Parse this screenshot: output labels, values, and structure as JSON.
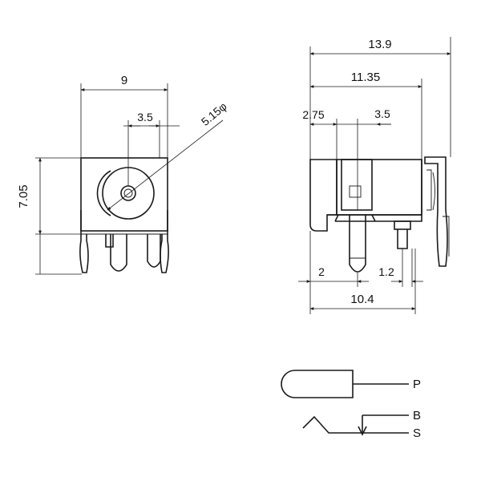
{
  "dimensions": {
    "front_width": "9",
    "front_pin_pitch": "3.5",
    "front_hole_dia": "5.15φ",
    "front_height": "7.05",
    "side_total": "13.9",
    "side_11_35": "11.35",
    "side_2_75": "2.75",
    "side_3_5": "3.5",
    "side_2": "2",
    "side_1_2": "1.2",
    "side_10_4": "10.4"
  },
  "schematic": {
    "label_p": "P",
    "label_b": "B",
    "label_s": "S"
  },
  "colors": {
    "line": "#1a1a1a",
    "background": "#ffffff"
  }
}
